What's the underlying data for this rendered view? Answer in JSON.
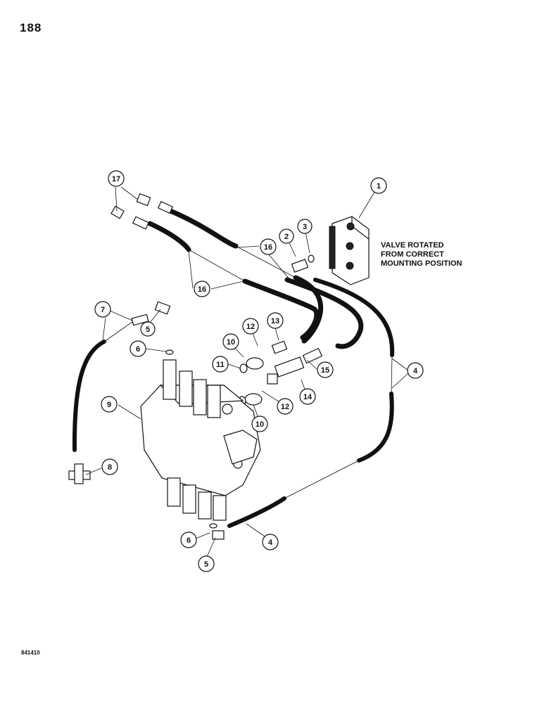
{
  "page_number": "188",
  "figure_code": "841410",
  "note": {
    "line1": "VALVE ROTATED",
    "line2": "FROM CORRECT",
    "line3": "MOUNTING POSITION"
  },
  "callouts": [
    "1",
    "2",
    "3",
    "4",
    "4",
    "5",
    "5",
    "6",
    "6",
    "7",
    "8",
    "9",
    "10",
    "10",
    "11",
    "12",
    "12",
    "13",
    "14",
    "15",
    "16",
    "16",
    "17"
  ]
}
